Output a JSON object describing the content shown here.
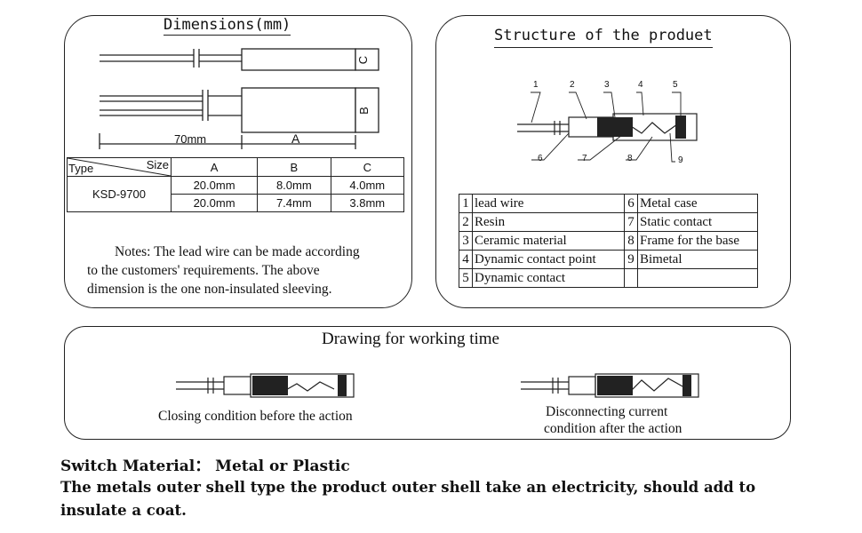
{
  "dimensions_panel": {
    "title": "Dimensions(mm)",
    "label_70mm": "70mm",
    "label_A": "A",
    "label_B": "B",
    "label_C": "C",
    "table": {
      "corner_type": "Type",
      "corner_size": "Size",
      "headers": [
        "A",
        "B",
        "C"
      ],
      "model": "KSD-9700",
      "rows": [
        [
          "20.0mm",
          "8.0mm",
          "4.0mm"
        ],
        [
          "20.0mm",
          "7.4mm",
          "3.8mm"
        ]
      ]
    },
    "notes": [
      "Notes: The lead wire can be made according",
      "to the customers' requirements. The above",
      "dimension is the one non-insulated sleeving."
    ]
  },
  "structure_panel": {
    "title": "Structure of the produet",
    "callouts_top": [
      "1",
      "2",
      "3",
      "4",
      "5"
    ],
    "callouts_bottom": [
      "6",
      "7",
      "8",
      "9"
    ],
    "parts": [
      {
        "num": "1",
        "name": "lead wire",
        "num2": "6",
        "name2": "Metal case"
      },
      {
        "num": "2",
        "name": "Resin",
        "num2": "7",
        "name2": "Static contact"
      },
      {
        "num": "3",
        "name": "Ceramic material",
        "num2": "8",
        "name2": "Frame for the base"
      },
      {
        "num": "4",
        "name": "Dynamic contact point",
        "num2": "9",
        "name2": "Bimetal"
      },
      {
        "num": "5",
        "name": "Dynamic contact",
        "num2": "",
        "name2": ""
      }
    ]
  },
  "working_panel": {
    "title": "Drawing for working time",
    "left_caption": "Closing condition before the action",
    "right_caption_line1": "Disconnecting current",
    "right_caption_line2": "condition after the action"
  },
  "footer": {
    "material": "Switch Material： Metal or Plastic",
    "line1": "The metals outer shell type the product outer shell take an electricity, should add to",
    "line2": "insulate a coat."
  }
}
